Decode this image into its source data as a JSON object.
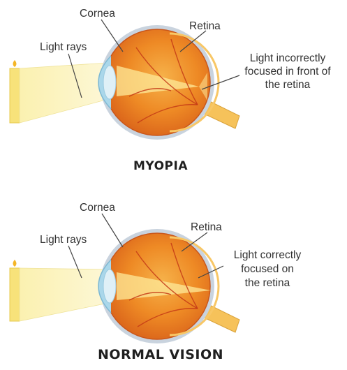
{
  "panels": [
    {
      "title": "MYOPIA",
      "labels": {
        "cornea": "Cornea",
        "retina": "Retina",
        "light_rays": "Light rays",
        "focus_line1": "Light incorrectly",
        "focus_line2": "focused in front of",
        "focus_line3": "the retina"
      }
    },
    {
      "title": "NORMAL VISION",
      "labels": {
        "cornea": "Cornea",
        "retina": "Retina",
        "light_rays": "Light rays",
        "focus_line1": "Light correctly",
        "focus_line2": "focused on",
        "focus_line3": "the retina"
      }
    }
  ],
  "colors": {
    "candle": "#f7e27a",
    "candle_edge": "#e7c94d",
    "flame": "#f4b526",
    "light_beam": "#fbf4bf",
    "sclera": "#c9d3de",
    "eyeball": "#e8791f",
    "eyeball_inner": "#f2a23c",
    "cornea": "#aad7ea",
    "lens": "#dff0f7",
    "vessel": "#c43a16",
    "optic_nerve": "#f6c25a",
    "leader_line": "#444444"
  }
}
